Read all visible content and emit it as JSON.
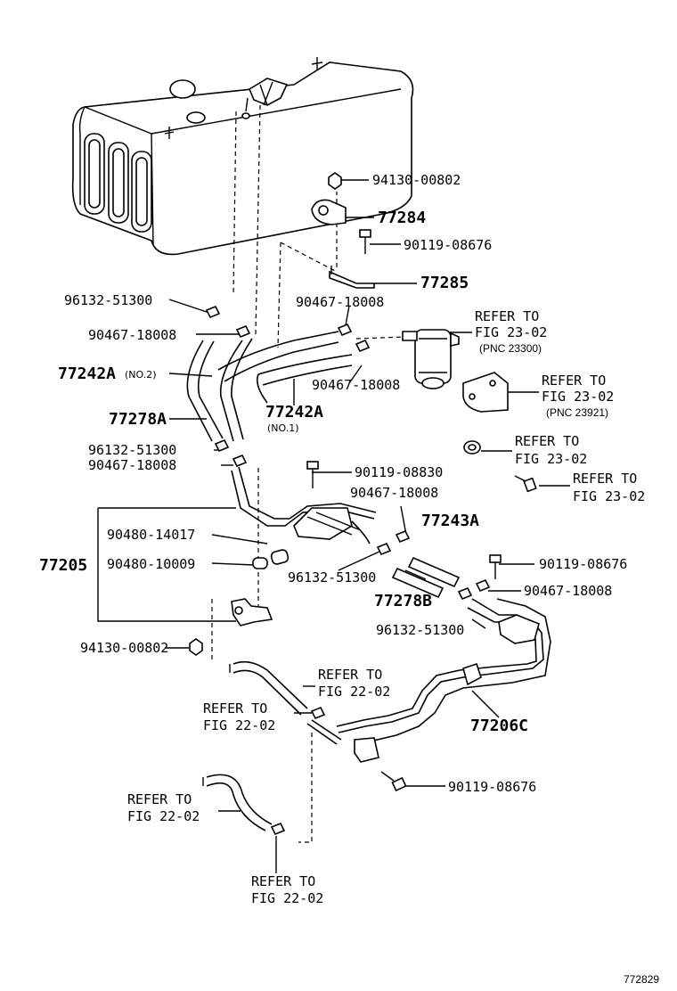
{
  "labels": {
    "p94130_00802_top": "94130-00802",
    "p77284": "77284",
    "p90119_08676_a": "90119-08676",
    "p77285": "77285",
    "p96132_51300_a": "96132-51300",
    "p90467_18008_a": "90467-18008",
    "p90467_18008_b": "90467-18008",
    "p90467_18008_c": "90467-18008",
    "refer_to_1": "REFER TO",
    "fig_23_02_1": "FIG 23-02",
    "pnc_23300": "(PNC 23300)",
    "p77242A_no2": "77242A",
    "no2": "(NO.2)",
    "refer_to_2": "REFER TO",
    "fig_23_02_2": "FIG 23-02",
    "pnc_23921": "(PNC 23921)",
    "p77278A": "77278A",
    "p77242A_no1": "77242A",
    "no1": "(NO.1)",
    "refer_to_3": "REFER TO",
    "fig_23_02_3": "FIG 23-02",
    "p96132_51300_b": "96132-51300",
    "p90467_18008_d": "90467-18008",
    "p90119_08830": "90119-08830",
    "refer_to_4": "REFER TO",
    "fig_23_02_4": "FIG 23-02",
    "p90467_18008_e": "90467-18008",
    "p90480_14017": "90480-14017",
    "p77243A": "77243A",
    "p77205": "77205",
    "p90480_10009": "90480-10009",
    "p90119_08676_b": "90119-08676",
    "p96132_51300_c": "96132-51300",
    "p90467_18008_f": "90467-18008",
    "p77278B": "77278B",
    "p96132_51300_d": "96132-51300",
    "p94130_00802_bot": "94130-00802",
    "refer_to_5": "REFER TO",
    "fig_22_02_1": "FIG 22-02",
    "refer_to_6": "REFER TO",
    "fig_22_02_2": "FIG 22-02",
    "p77206C": "77206C",
    "p90119_08676_c": "90119-08676",
    "refer_to_7": "REFER TO",
    "fig_22_02_3": "FIG 22-02",
    "refer_to_8": "REFER TO",
    "fig_22_02_4": "FIG 22-02",
    "figure_number": "772829"
  }
}
